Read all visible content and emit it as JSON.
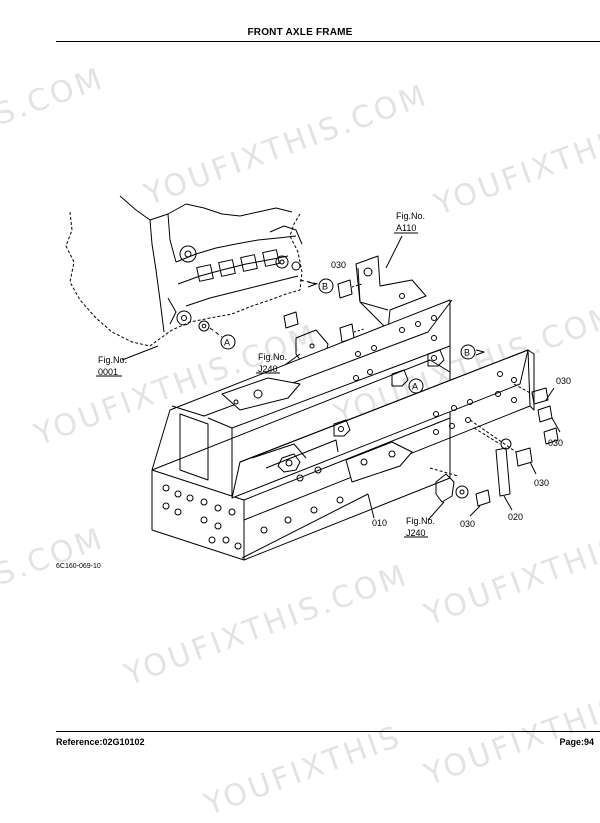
{
  "header": {
    "title": "FRONT AXLE FRAME"
  },
  "footer": {
    "reference": "Reference:02G10102",
    "page": "Page:94"
  },
  "drawing_code": "6C160-069-10",
  "watermarks": [
    "S.COM",
    "YOUFIXTHIS.COM",
    "YOUFIXTHIS",
    "YOUFIXTHIS.COM",
    "YOUFIXTHIS.COM",
    "S.COM",
    "YOUFIXTHIS",
    "YOUFIXTHIS.COM",
    "YOUFIXTHIS",
    "YOUFIXTHIS.COM"
  ],
  "callouts": {
    "fig_a110": {
      "label": "Fig.No.",
      "value": "A110"
    },
    "fig_0001": {
      "label": "Fig.No.",
      "value": "0001"
    },
    "fig_j240_upper": {
      "label": "Fig.No.",
      "value": "J240"
    },
    "fig_j240_lower": {
      "label": "Fig.No.",
      "value": "J240"
    }
  },
  "markers": {
    "a": "A",
    "b": "B"
  },
  "parts": {
    "p010": "010",
    "p020": "020",
    "p030": "030"
  }
}
